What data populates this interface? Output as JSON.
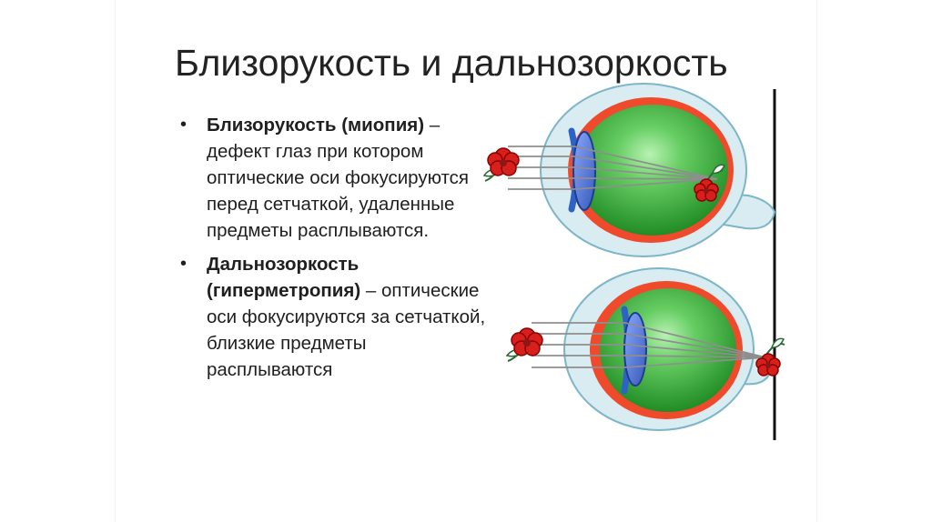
{
  "slide": {
    "title": "Близорукость и дальнозоркость",
    "bullets": [
      {
        "mark": "•",
        "term": "Близорукость  (миопия)",
        "text": " – дефект глаз при котором оптические оси фокусируются перед сетчаткой, удаленные предметы расплываются."
      },
      {
        "mark": "•",
        "term": "Дальнозоркость (гиперметропия)",
        "text": " – оптические оси фокусируются за сетчаткой, близкие предметы расплываются"
      }
    ]
  },
  "diagram": {
    "colors": {
      "outer_eye": "#d8ecf1",
      "outer_stroke": "#7db6c7",
      "sclera": "#ef4a2c",
      "vitreous": "#3ea83e",
      "vitreous_light": "#9ee39f",
      "lens": "#4b73c9",
      "ray": "#8e8e8e",
      "flower": "#d7201b",
      "stem": "#2b6b35",
      "line": "#111111"
    },
    "icon_names": {
      "flower": "flower-icon",
      "eye": "eye-icon"
    }
  }
}
